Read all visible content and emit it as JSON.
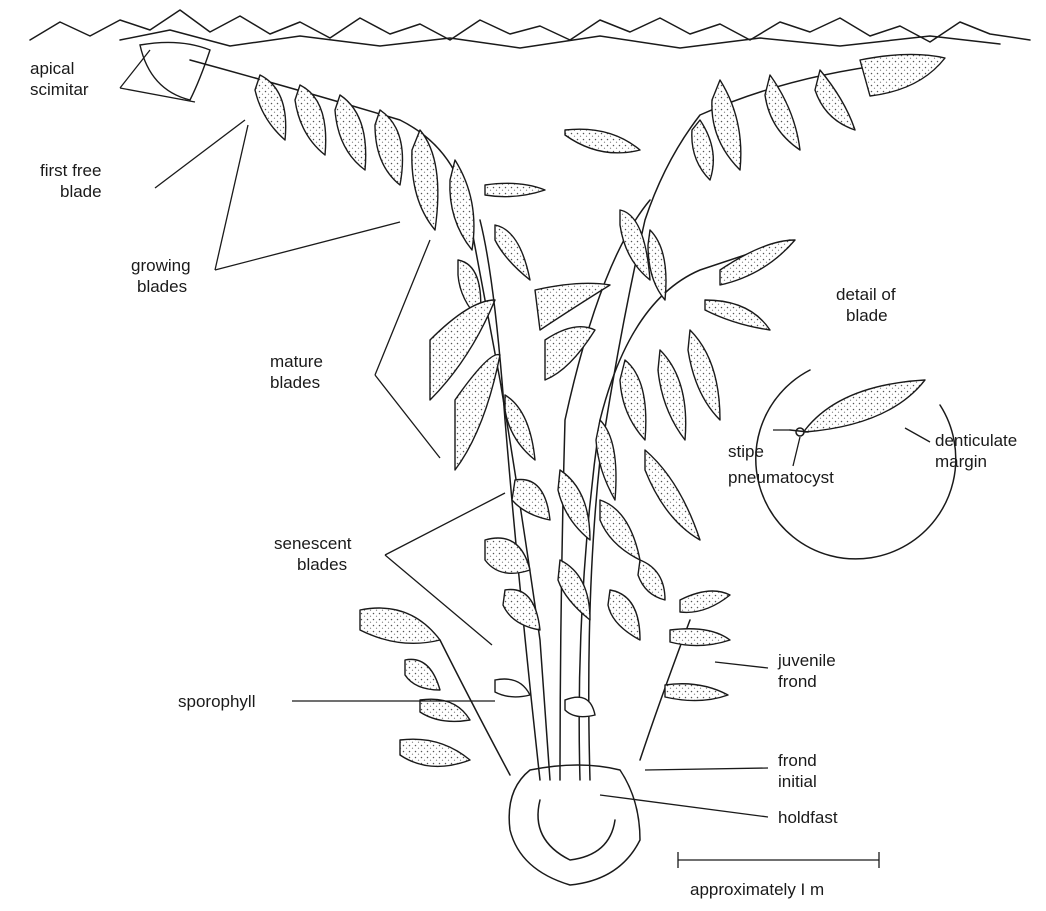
{
  "labels": {
    "apical_scimitar": [
      "apical",
      "scimitar"
    ],
    "first_free_blade": [
      "first free",
      "blade"
    ],
    "growing_blades": [
      "growing",
      "blades"
    ],
    "mature_blades": [
      "mature",
      "blades"
    ],
    "senescent_blades": [
      "senescent",
      "blades"
    ],
    "sporophyll": [
      "sporophyll"
    ],
    "juvenile_frond": [
      "juvenile",
      "frond"
    ],
    "frond_initial": [
      "frond",
      "initial"
    ],
    "holdfast": [
      "holdfast"
    ],
    "detail_of_blade": [
      "detail of",
      "blade"
    ],
    "stipe": [
      "stipe"
    ],
    "pneumatocyst": [
      "pneumatocyst"
    ],
    "denticulate_margin": [
      "denticulate",
      "margin"
    ]
  },
  "scale_bar": {
    "label": "approximately I m"
  }
}
